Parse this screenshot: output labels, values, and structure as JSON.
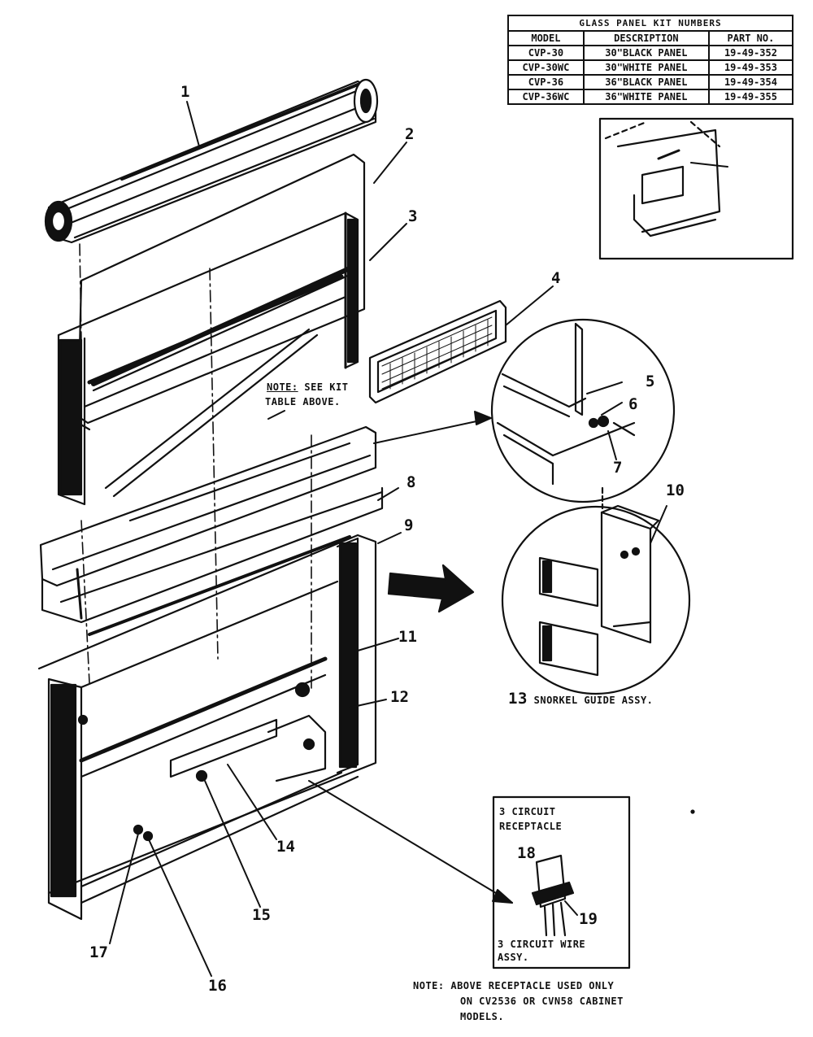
{
  "kit_table": {
    "title": "GLASS PANEL KIT NUMBERS",
    "headers": [
      "MODEL",
      "DESCRIPTION",
      "PART NO."
    ],
    "rows": [
      [
        "CVP-30",
        "30\"BLACK PANEL",
        "19-49-352"
      ],
      [
        "CVP-30WC",
        "30\"WHITE PANEL",
        "19-49-353"
      ],
      [
        "CVP-36",
        "36\"BLACK PANEL",
        "19-49-354"
      ],
      [
        "CVP-36WC",
        "36\"WHITE PANEL",
        "19-49-355"
      ]
    ]
  },
  "callouts": {
    "c1": "1",
    "c2": "2",
    "c3": "3",
    "c4": "4",
    "c5": "5",
    "c6": "6",
    "c7": "7",
    "c8": "8",
    "c9": "9",
    "c10": "10",
    "c11": "11",
    "c12": "12",
    "c14": "14",
    "c15": "15",
    "c16": "16",
    "c17": "17",
    "c18": "18",
    "c19": "19"
  },
  "note_kit": {
    "label": "NOTE:",
    "line1": "SEE KIT",
    "line2": "TABLE ABOVE."
  },
  "snorkel_caption": {
    "number": "13",
    "text": "SNORKEL GUIDE ASSY."
  },
  "receptacle_box": {
    "title_line1": "3 CIRCUIT",
    "title_line2": "RECEPTACLE",
    "bottom_line1": "3 CIRCUIT WIRE",
    "bottom_line2": "ASSY."
  },
  "bottom_note": {
    "label": "NOTE:",
    "line1": "ABOVE RECEPTACLE USED ONLY",
    "line2": "ON CV2536 OR CVN58 CABINET",
    "line3": "MODELS."
  }
}
